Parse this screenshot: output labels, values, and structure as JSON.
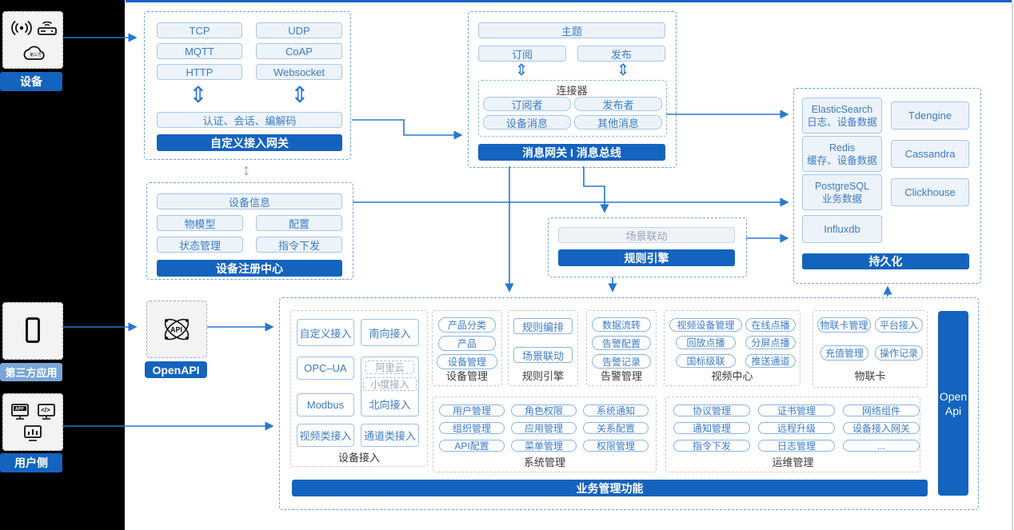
{
  "palette": {
    "accent": "#1463BE",
    "arrow": "#2678D0",
    "item_border": "#A6C8E8",
    "item_text": "#3D7CC9"
  },
  "left_rail": {
    "device": {
      "label": "设备"
    },
    "third_party": {
      "label": "第三方应用"
    },
    "user_side": {
      "label": "用户侧"
    }
  },
  "custom_gateway": {
    "protocols": [
      "TCP",
      "UDP",
      "MQTT",
      "CoAP",
      "HTTP",
      "Websocket"
    ],
    "codec": "认证、会话、编解码",
    "title": "自定义接入网关"
  },
  "device_registry": {
    "info": "设备信息",
    "items": [
      "物模型",
      "配置",
      "状态管理",
      "指令下发"
    ],
    "title": "设备注册中心"
  },
  "message_bus": {
    "topic": "主题",
    "subscribe": "订阅",
    "publish": "发布",
    "connector": {
      "title": "连接器",
      "items": [
        "订阅者",
        "发布者",
        "设备消息",
        "其他消息"
      ]
    },
    "title": "消息网关 I 消息总线"
  },
  "persistence": {
    "stores": [
      {
        "name": "ElasticSearch",
        "desc": "日志、设备数据"
      },
      {
        "name": "Tdengine"
      },
      {
        "name": "Redis",
        "desc": "缓存、设备数据"
      },
      {
        "name": "Cassandra"
      },
      {
        "name": "PostgreSQL",
        "desc": "业务数据"
      },
      {
        "name": "Clickhouse"
      },
      {
        "name": "Influxdb"
      }
    ],
    "title": "持久化"
  },
  "rule_engine": {
    "item": "场景联动",
    "title": "规则引擎"
  },
  "openapi": {
    "label": "OpenAPI"
  },
  "business": {
    "device_access": {
      "label": "设备接入",
      "items": [
        "自定义接入",
        "南向接入",
        "OPC–UA",
        "Modbus",
        "视频类接入",
        "通道类接入"
      ],
      "north": {
        "sub": [
          "阿里云",
          "小度接入"
        ],
        "label": "北向接入"
      }
    },
    "device_mgmt": {
      "label": "设备管理",
      "items": [
        "产品分类",
        "产品",
        "设备管理"
      ]
    },
    "rule": {
      "label": "规则引擎",
      "items": [
        "规则编排",
        "场景联动"
      ]
    },
    "alarm": {
      "label": "告警管理",
      "items": [
        "数据流转",
        "告警配置",
        "告警记录"
      ]
    },
    "video": {
      "label": "视频中心",
      "items": [
        "视频设备管理",
        "在线点播",
        "回放点播",
        "分屏点播",
        "国标级联",
        "推送通道"
      ]
    },
    "iot_card": {
      "label": "物联卡",
      "items": [
        "物联卡管理",
        "平台接入",
        "充值管理",
        "操作记录"
      ]
    },
    "system": {
      "label": "系统管理",
      "items": [
        "用户管理",
        "角色权限",
        "系统通知",
        "组织管理",
        "应用管理",
        "关系配置",
        "API配置",
        "菜单管理",
        "权限管理"
      ]
    },
    "ops": {
      "label": "运维管理",
      "items": [
        "协议管理",
        "证书管理",
        "网络组件",
        "通知管理",
        "远程升级",
        "设备接入网关",
        "指令下发",
        "日志管理",
        "..."
      ]
    },
    "open_api": [
      "Open",
      "Api"
    ],
    "footer": "业务管理功能"
  }
}
